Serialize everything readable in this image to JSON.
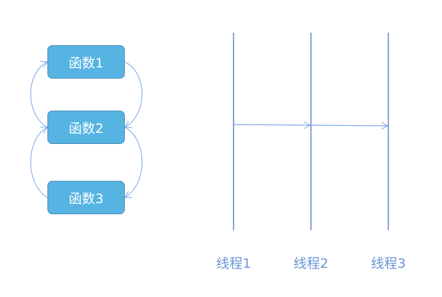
{
  "colors": {
    "box_fill": "#56b4e3",
    "box_border": "#4a8db6",
    "box_text": "#ffffff",
    "thread_line": "#4a72b8",
    "arrow": "#7aa4e6",
    "thread_label": "#6a95d6"
  },
  "functions": [
    {
      "label": "函数1"
    },
    {
      "label": "函数2"
    },
    {
      "label": "函数3"
    }
  ],
  "threads": [
    {
      "label": "线程1"
    },
    {
      "label": "线程2"
    },
    {
      "label": "线程3"
    }
  ],
  "connections": {
    "function_calls": [
      {
        "from": "函数1",
        "to": "函数2",
        "side": "right"
      },
      {
        "from": "函数2",
        "to": "函数1",
        "side": "left"
      },
      {
        "from": "函数2",
        "to": "函数3",
        "side": "right"
      },
      {
        "from": "函数3",
        "to": "函数2",
        "side": "left"
      }
    ],
    "thread_handoffs": [
      {
        "from": "线程1",
        "to": "线程2"
      },
      {
        "from": "线程2",
        "to": "线程3"
      }
    ]
  }
}
